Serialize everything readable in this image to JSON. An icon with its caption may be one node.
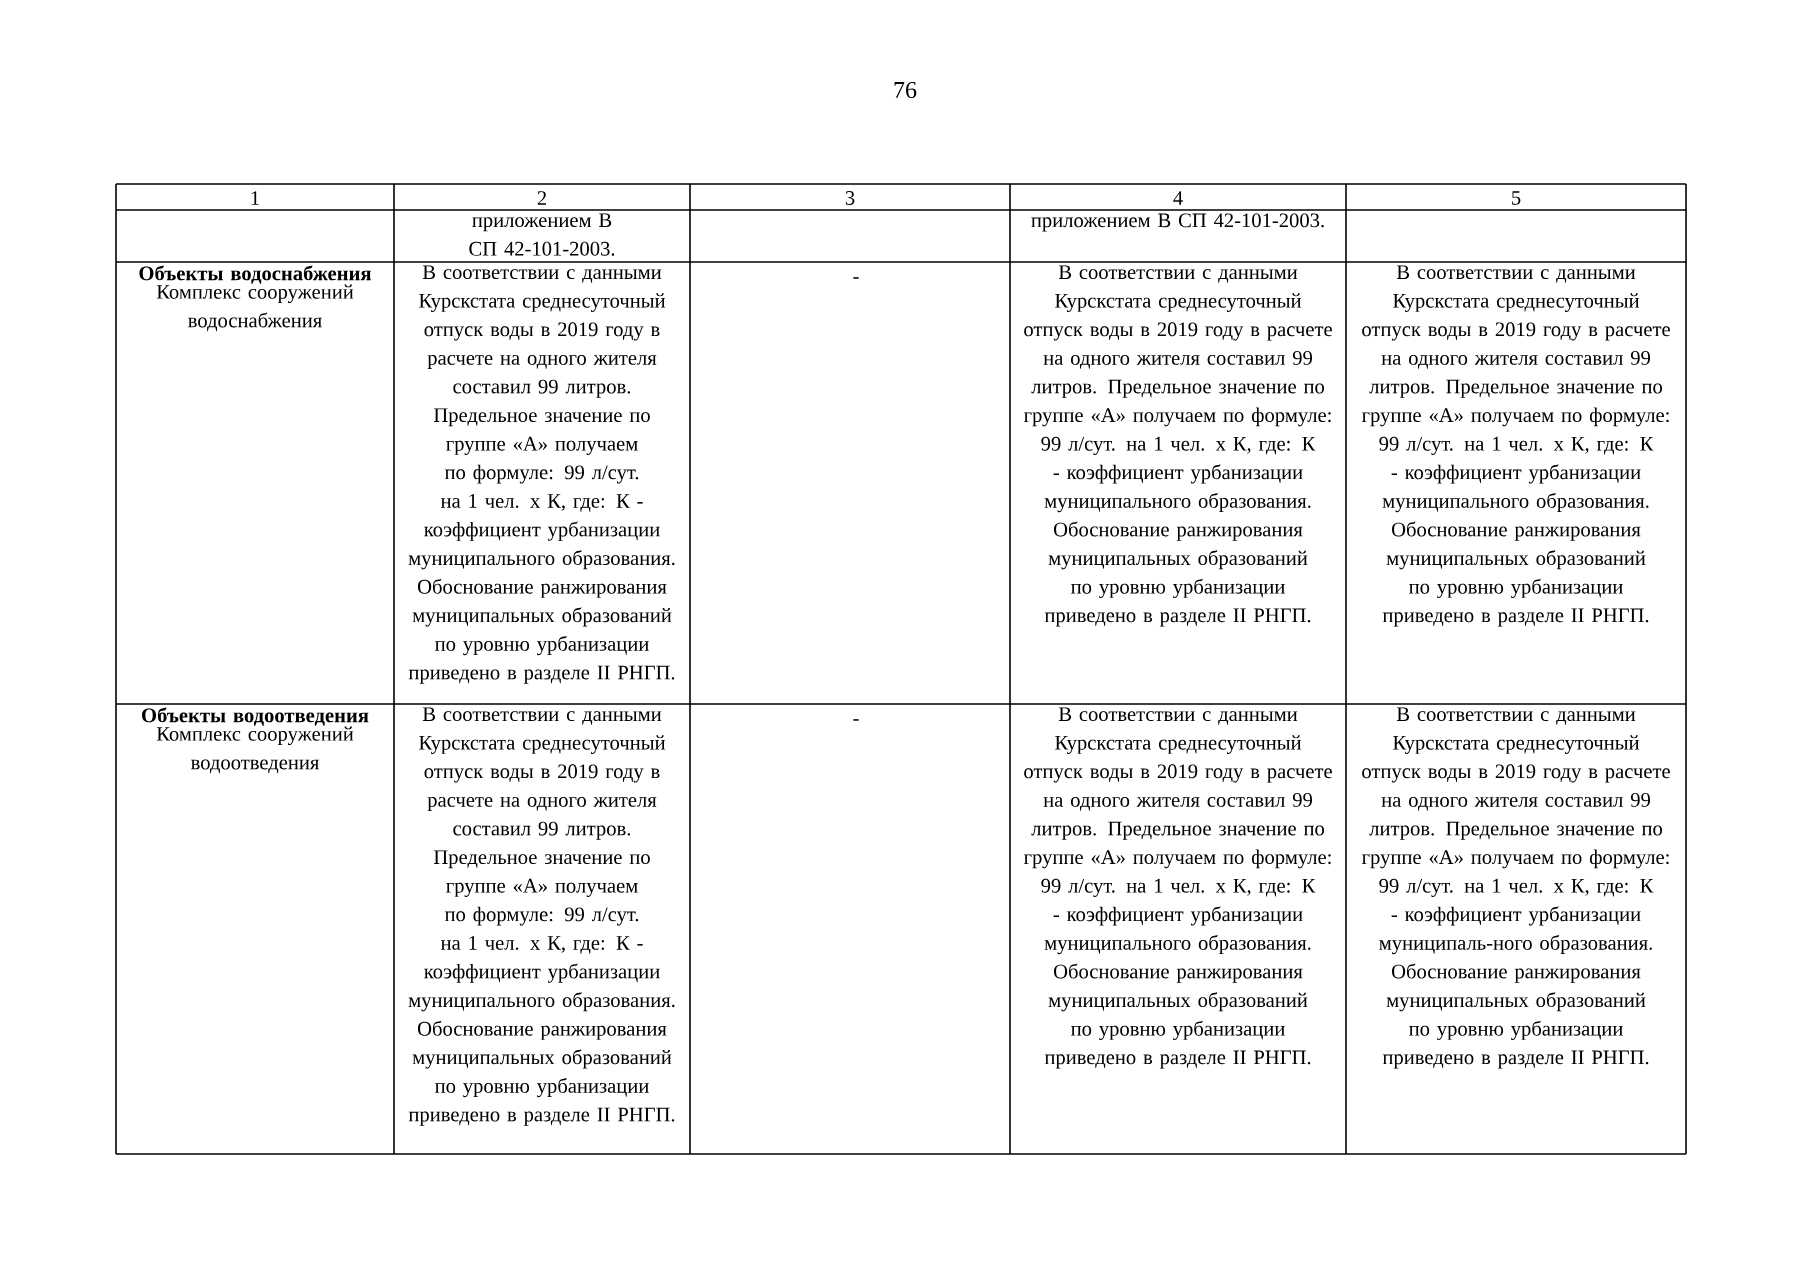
{
  "diagram": {
    "labels": [
      "76",
      "1",
      "2",
      "3",
      "4",
      "5",
      "приложением В СП 42-101-2003.",
      "приложением В СП 42-101-2003.",
      "Объекты водоснабжения",
      "Комплекс сооружений водоснабжения",
      "В соответствии с данными Курскстата среднесуточный отпуск воды в 2019 году в расчете на одного жителя составил 99 литров. Предельное значение по группе «А» получаем по формуле: 99 л/сут. на 1 чел. х К, где: К - коэффициент урбанизации муниципального образования. Обоснование ранжирования муниципальных образований по уровню урбанизации приведено в разделе II РНГП.",
      "-",
      "В соответствии с данными Курскстата среднесуточный отпуск воды в 2019 году в расчете на одного жителя составил 99 литров. Предельное значение по группе «А» получаем по формуле: 99 л/сут. на 1 чел. х К, где: К - коэффициент урбанизации муниципального образования. Обоснование ранжирования муниципальных образований по уровню урбанизации приведено в разделе II РНГП.",
      "В соответствии с данными Курскстата среднесуточный отпуск воды в 2019 году в расчете на одного жителя составил 99 литров. Предельное значение по группе «А» получаем по формуле: 99 л/сут. на 1 чел. х К, где: К - коэффициент урбанизации муниципального образования. Обоснование ранжирования муниципальных образований по уровню урбанизации приведено в разделе II РНГП.",
      "Объекты водоотведения",
      "Комплекс сооружений водоотведения",
      "В соответствии с данными Курскстата среднесуточный отпуск воды в 2019 году в расчете на одного жителя составил 99 литров. Предельное значение по группе «А» получаем по формуле: 99 л/сут. на 1 чел. х К, где: К - коэффициент урбанизации муниципального образования. Обоснование ранжирования муниципальных образований по уровню урбанизации приведено в разделе II РНГП.",
      "-",
      "В соответствии с данными Курскстата среднесуточный отпуск воды в 2019 году в расчете на одного жителя составил 99 литров. Предельное значение по группе «А» получаем по формуле: 99 л/сут. на 1 чел. х К, где: К - коэффициент урбанизации муниципального образования. Обоснование ранжирования муниципальных образований по уровню урбанизации приведено в разделе II РНГП.",
      "В соответствии с данными Курскстата среднесуточный отпуск воды в 2019 году в расчете на одного жителя составил 99 литров. Предельное значение по группе «А» получаем по формуле: 99 л/сут. на 1 чел. х К, где: К - коэффициент урбанизации муниципаль-ного образования. Обоснование ранжирования муниципальных образований по уровню урбанизации приведено в разделе II РНГП."
    ]
  }
}
